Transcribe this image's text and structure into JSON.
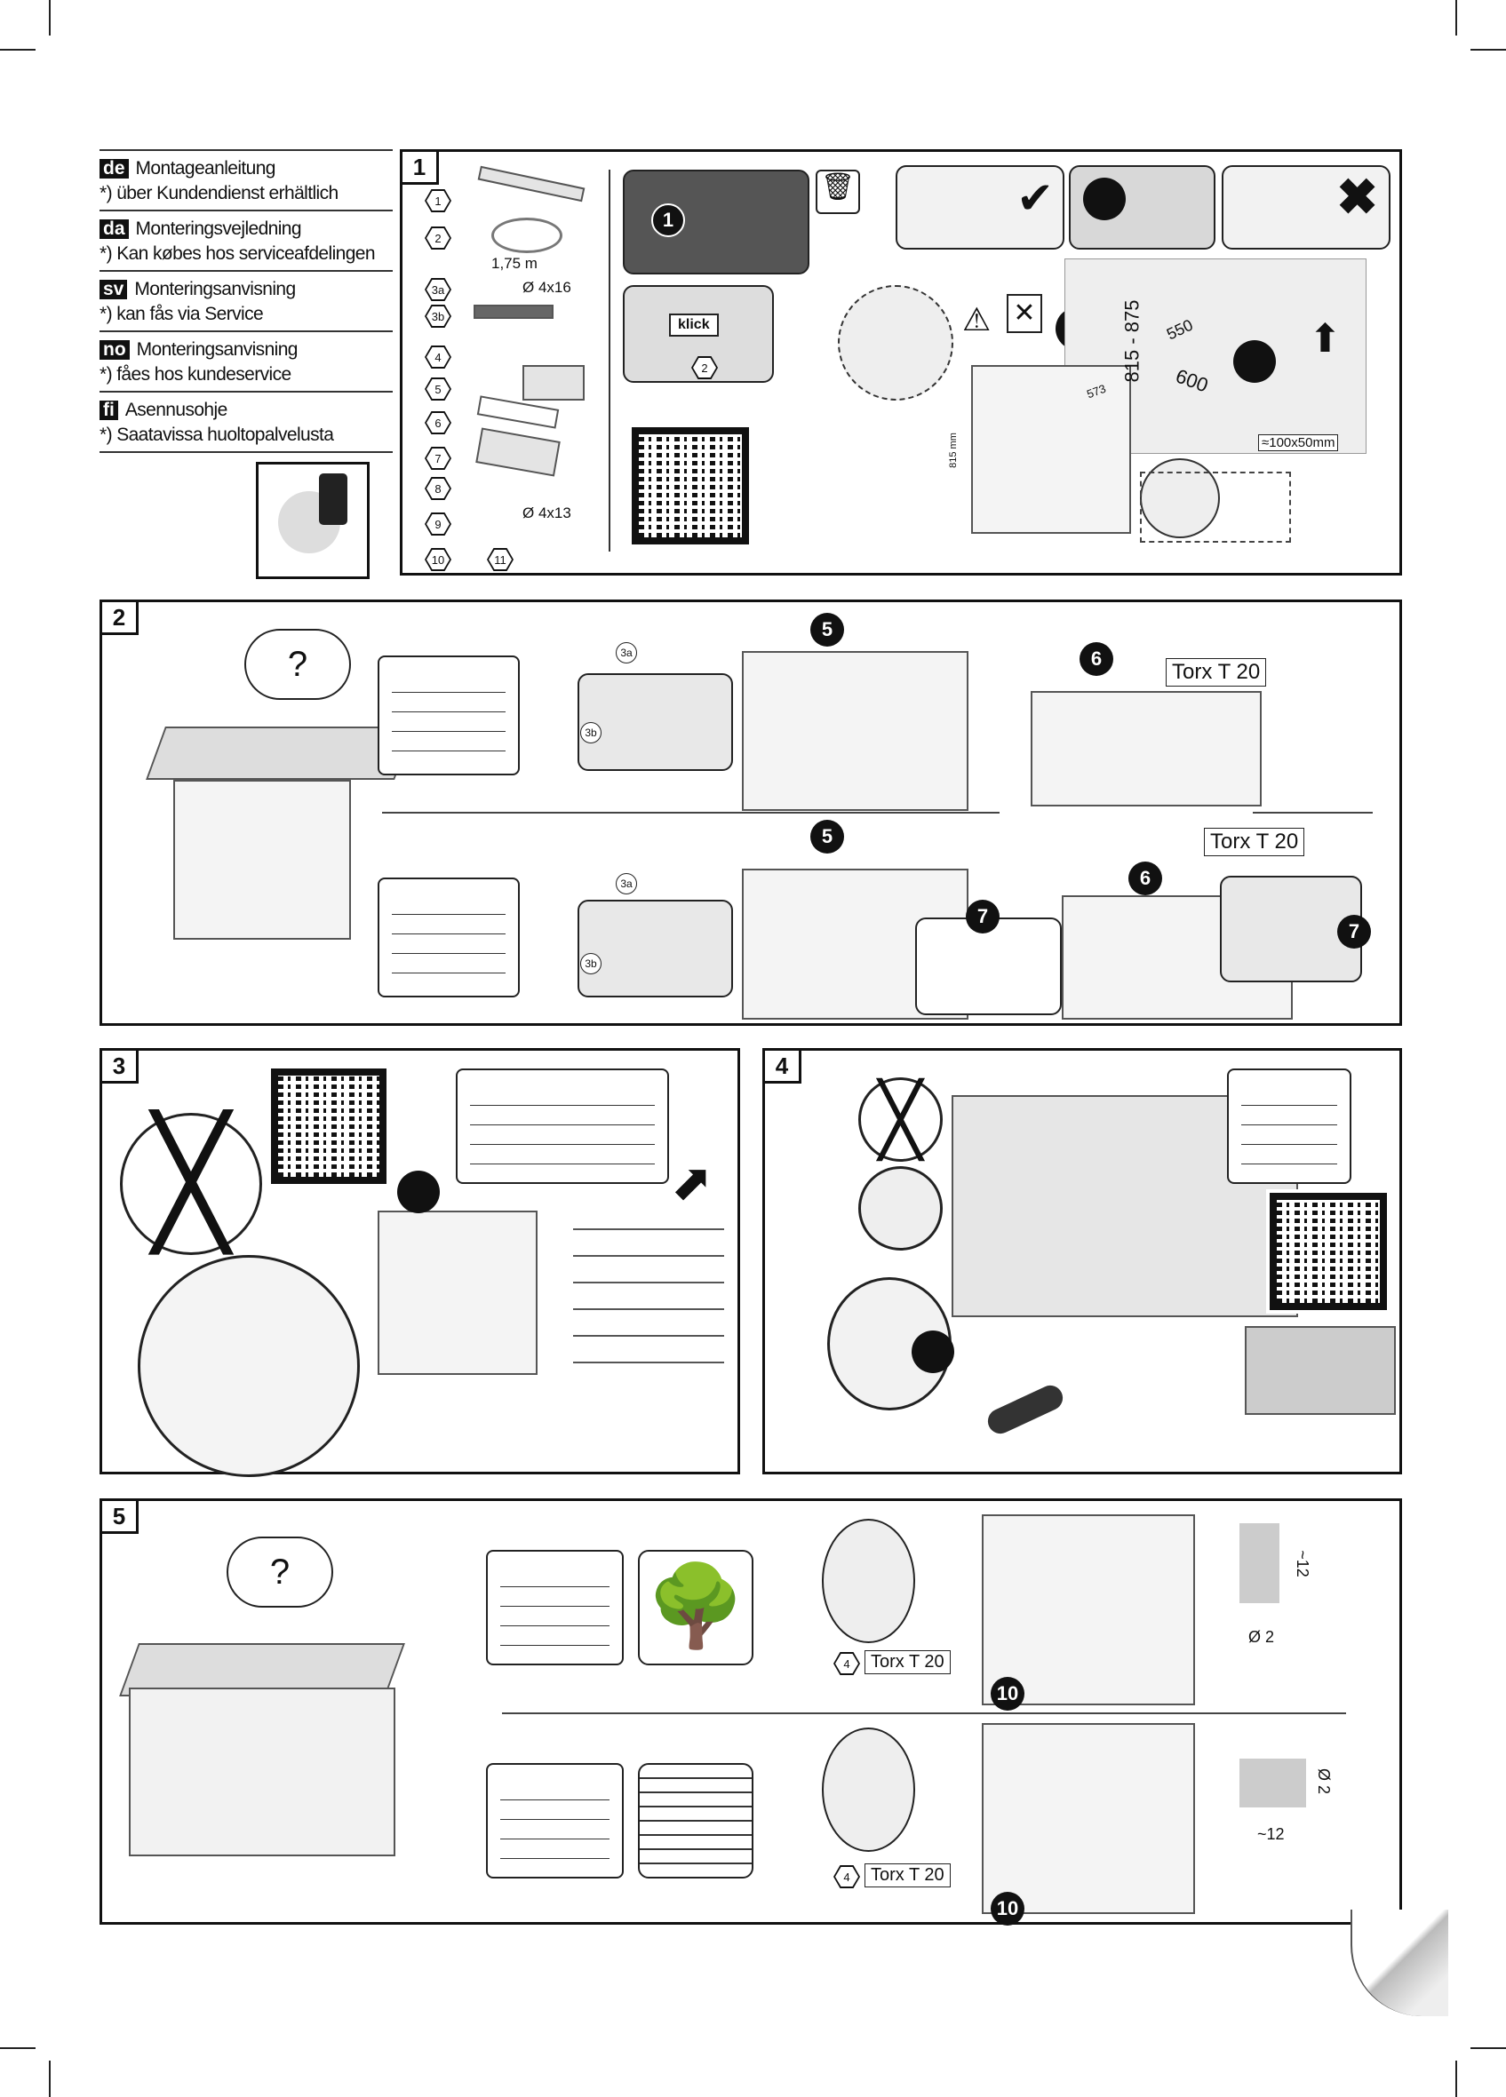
{
  "languages": [
    {
      "code": "de",
      "title": "Montageanleitung",
      "note": "*) über Kundendienst erhältlich"
    },
    {
      "code": "da",
      "title": "Monteringsvejledning",
      "note": "*) Kan købes hos serviceafdelingen"
    },
    {
      "code": "sv",
      "title": "Monteringsanvisning",
      "note": "*) kan fås via Service"
    },
    {
      "code": "no",
      "title": "Monteringsanvisning",
      "note": "*) fåes hos kundeservice"
    },
    {
      "code": "fi",
      "title": "Asennusohje",
      "note": "*) Saatavissa huoltopalvelusta"
    }
  ],
  "sections": {
    "s1": {
      "number": "1",
      "parts": [
        "1",
        "2",
        "3a",
        "3b",
        "4",
        "5",
        "6",
        "7",
        "8",
        "9",
        "10",
        "11"
      ],
      "cable_length": "1,75 m",
      "screw_a": "Ø 4x16",
      "screw_b": "Ø 4x13",
      "klick": "klick",
      "part_ref": "2",
      "step1": "1",
      "dims": {
        "height_range": "815 - 875",
        "depth": "550",
        "width": "600",
        "unit_depth": "573",
        "unit_height": "815 mm",
        "opening": "≈100x50mm"
      }
    },
    "s2": {
      "number": "2",
      "question": "?",
      "part_3a": "3a",
      "part_3b": "3b",
      "step5": "5",
      "step6": "6",
      "step7": "7",
      "torx": "Torx T 20"
    },
    "s3": {
      "number": "3"
    },
    "s4": {
      "number": "4"
    },
    "s5": {
      "number": "5",
      "question": "?",
      "part_4": "4",
      "torx": "Torx T 20",
      "step10": "10",
      "dim_12": "~12",
      "dim_d2": "Ø 2"
    }
  }
}
